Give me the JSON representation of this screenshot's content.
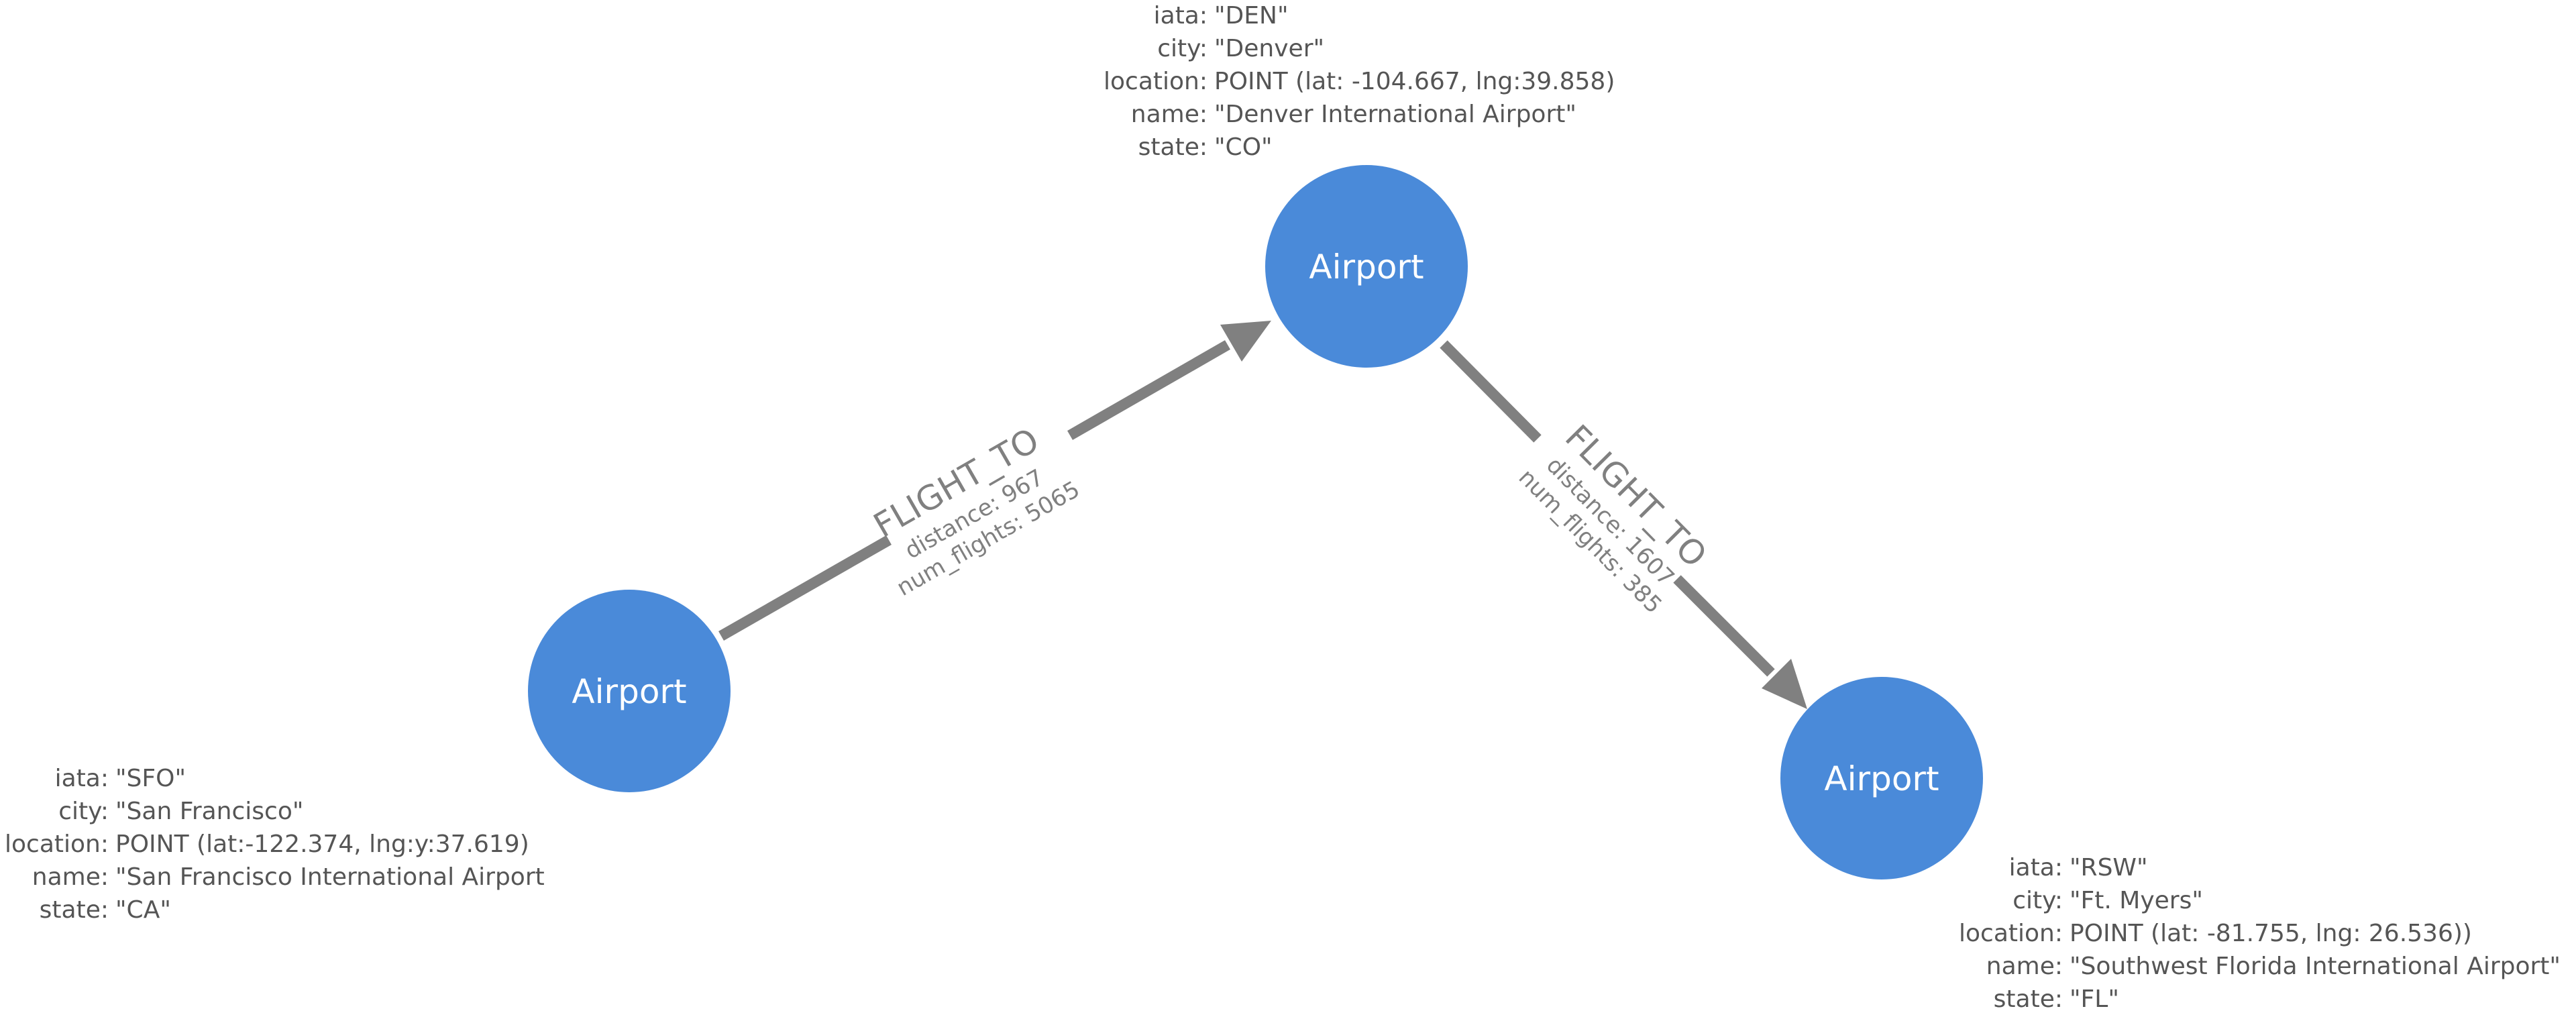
{
  "nodes": {
    "den": {
      "label": "Airport",
      "properties": [
        {
          "key": "iata:",
          "value": "\"DEN\""
        },
        {
          "key": "city:",
          "value": "\"Denver\""
        },
        {
          "key": "location:",
          "value": "POINT (lat: -104.667, lng:39.858)"
        },
        {
          "key": "name:",
          "value": "\"Denver International Airport\""
        },
        {
          "key": "state:",
          "value": "\"CO\""
        }
      ]
    },
    "sfo": {
      "label": "Airport",
      "properties": [
        {
          "key": "iata:",
          "value": "\"SFO\""
        },
        {
          "key": "city:",
          "value": "\"San Francisco\""
        },
        {
          "key": "location:",
          "value": "POINT (lat:-122.374, lng:y:37.619)"
        },
        {
          "key": "name:",
          "value": "\"San Francisco International Airport"
        },
        {
          "key": "state:",
          "value": "\"CA\""
        }
      ]
    },
    "rsw": {
      "label": "Airport",
      "properties": [
        {
          "key": "iata:",
          "value": "\"RSW\""
        },
        {
          "key": "city:",
          "value": "\"Ft. Myers\""
        },
        {
          "key": "location:",
          "value": "POINT (lat: -81.755, lng: 26.536))"
        },
        {
          "key": "name:",
          "value": "\"Southwest Florida International Airport\""
        },
        {
          "key": "state:",
          "value": "\"FL\""
        }
      ]
    }
  },
  "edges": {
    "sfo_den": {
      "type": "FLIGHT_TO",
      "properties": [
        "distance: 967",
        "num_flights: 5065"
      ]
    },
    "den_rsw": {
      "type": "FLIGHT_TO",
      "properties": [
        "distance: 1607",
        "num_flights: 385"
      ]
    }
  },
  "colors": {
    "node": "#4a8ad9",
    "edge": "#808080",
    "property_text": "#555555"
  }
}
